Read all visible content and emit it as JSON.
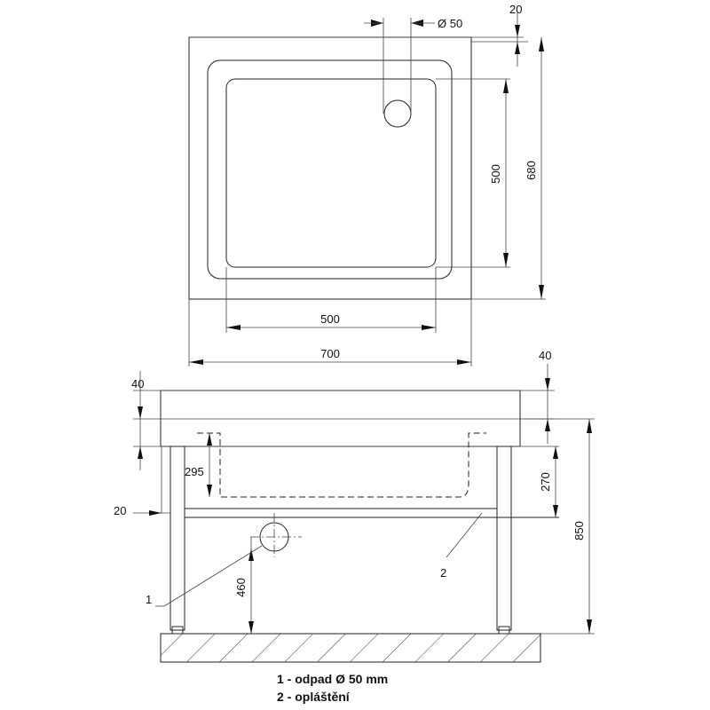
{
  "top_view": {
    "dim_width": "700",
    "dim_inner_width": "500",
    "dim_depth": "680",
    "dim_inner_depth": "500",
    "dim_rim": "20",
    "dim_drain": "Ø 50"
  },
  "side_view": {
    "dim_top_left": "40",
    "dim_top_right": "40",
    "dim_basin_depth": "295",
    "dim_frame": "20",
    "dim_drain_height": "460",
    "dim_panel": "270",
    "dim_total_height": "850",
    "callout_1": "1",
    "callout_2": "2"
  },
  "legend": {
    "item_1": "1 - odpad Ø 50 mm",
    "item_2": "2 - opláštění"
  }
}
